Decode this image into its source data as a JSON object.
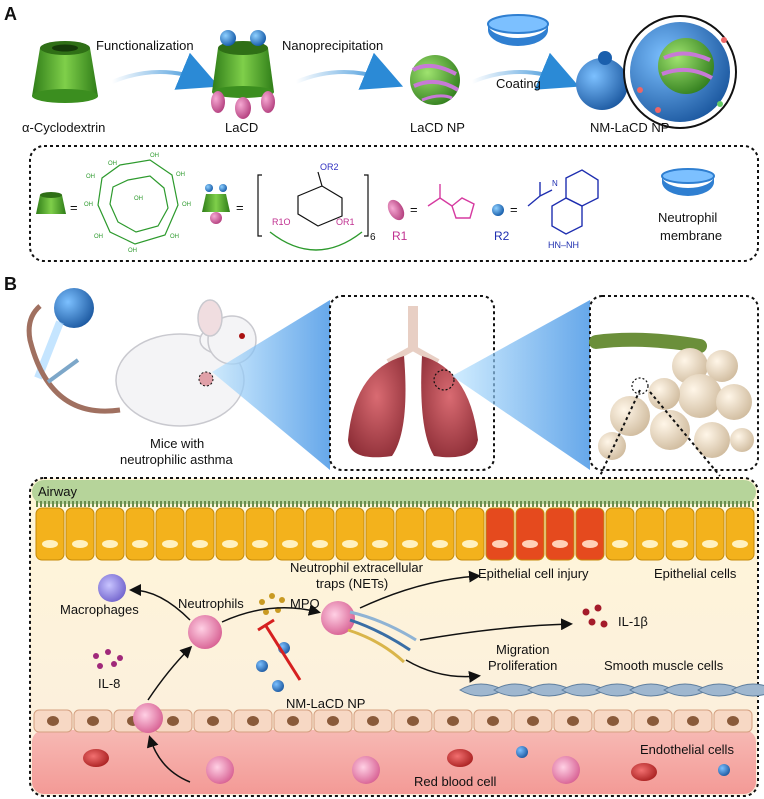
{
  "panel_a": {
    "letter": "A",
    "steps": [
      "Functionalization",
      "Nanoprecipitation",
      "Coating"
    ],
    "products": [
      "α-Cyclodextrin",
      "LaCD",
      "LaCD NP",
      "NM-LaCD NP"
    ],
    "legend": {
      "equals": "=",
      "subscript6": "6",
      "or2": "OR2",
      "r1o": "R1O",
      "or1": "OR1",
      "r1": "R1",
      "r2": "R2",
      "nh": "N",
      "hn_nh": "HN–NH",
      "neutrophil_membrane_line1": "Neutrophil",
      "neutrophil_membrane_line2": "membrane",
      "oh": "OH"
    }
  },
  "panel_b": {
    "letter": "B",
    "mice_line1": "Mice with",
    "mice_line2": "neutrophilic asthma",
    "airway": "Airway",
    "labels": {
      "macrophages": "Macrophages",
      "neutrophils": "Neutrophils",
      "nets_line1": "Neutrophil extracellular",
      "nets_line2": "traps (NETs)",
      "epithelial_injury": "Epithelial cell injury",
      "epithelial_cells": "Epithelial cells",
      "mpo": "MPO",
      "il1b": "IL-1β",
      "il8": "IL-8",
      "migration": "Migration",
      "proliferation": "Proliferation",
      "smooth_muscle": "Smooth muscle cells",
      "nm_lacd_np": "NM-LaCD NP",
      "endothelial": "Endothelial cells",
      "rbc": "Red blood cell"
    }
  },
  "colors": {
    "cyclodextrin_green": "#4fa82c",
    "membrane_blue": "#2f7fd1",
    "r1_pink": "#d65aa6",
    "epithelial_yellow": "#f3b21c",
    "injured_red": "#e54a1e",
    "blood_pink": "#f5a8a8",
    "airway_green": "#b6d49a"
  }
}
